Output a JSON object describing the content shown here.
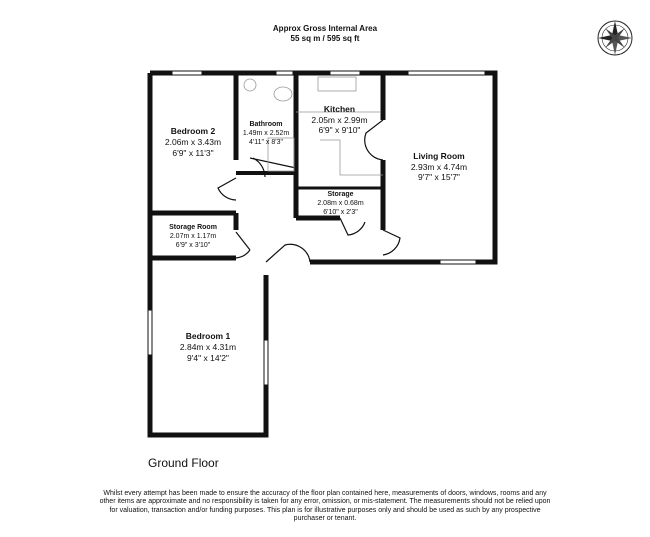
{
  "header": {
    "title": "Approx Gross Internal Area",
    "area": "55 sq m / 595 sq ft"
  },
  "compass": {
    "n": "N",
    "e": "E",
    "s": "S",
    "w": "W"
  },
  "rooms": [
    {
      "name": "Bedroom 2",
      "metric": "2.06m x 3.43m",
      "imperial": "6'9\" x 11'3\""
    },
    {
      "name": "Bathroom",
      "metric": "1.49m x 2.52m",
      "imperial": "4'11\" x 8'3\""
    },
    {
      "name": "Kitchen",
      "metric": "2.05m x 2.99m",
      "imperial": "6'9\" x 9'10\""
    },
    {
      "name": "Living Room",
      "metric": "2.93m x 4.74m",
      "imperial": "9'7\" x 15'7\""
    },
    {
      "name": "Storage",
      "metric": "2.08m x 0.68m",
      "imperial": "6'10\" x 2'3\""
    },
    {
      "name": "Storage Room",
      "metric": "2.07m x 1.17m",
      "imperial": "6'9\" x 3'10\""
    },
    {
      "name": "Bedroom 1",
      "metric": "2.84m x 4.31m",
      "imperial": "9'4\" x 14'2\""
    }
  ],
  "floor_label": "Ground Floor",
  "disclaimer": "Whilst every attempt has been made to ensure the accuracy of the floor plan contained here, measurements of doors, windows, rooms and any other items are approximate and no responsibility is taken for any error, omission, or mis-statement. The measurements should not be relied upon for valuation, transaction and/or funding purposes. This plan is for illustrative purposes only and should be used as such by any prospective purchaser or tenant."
}
